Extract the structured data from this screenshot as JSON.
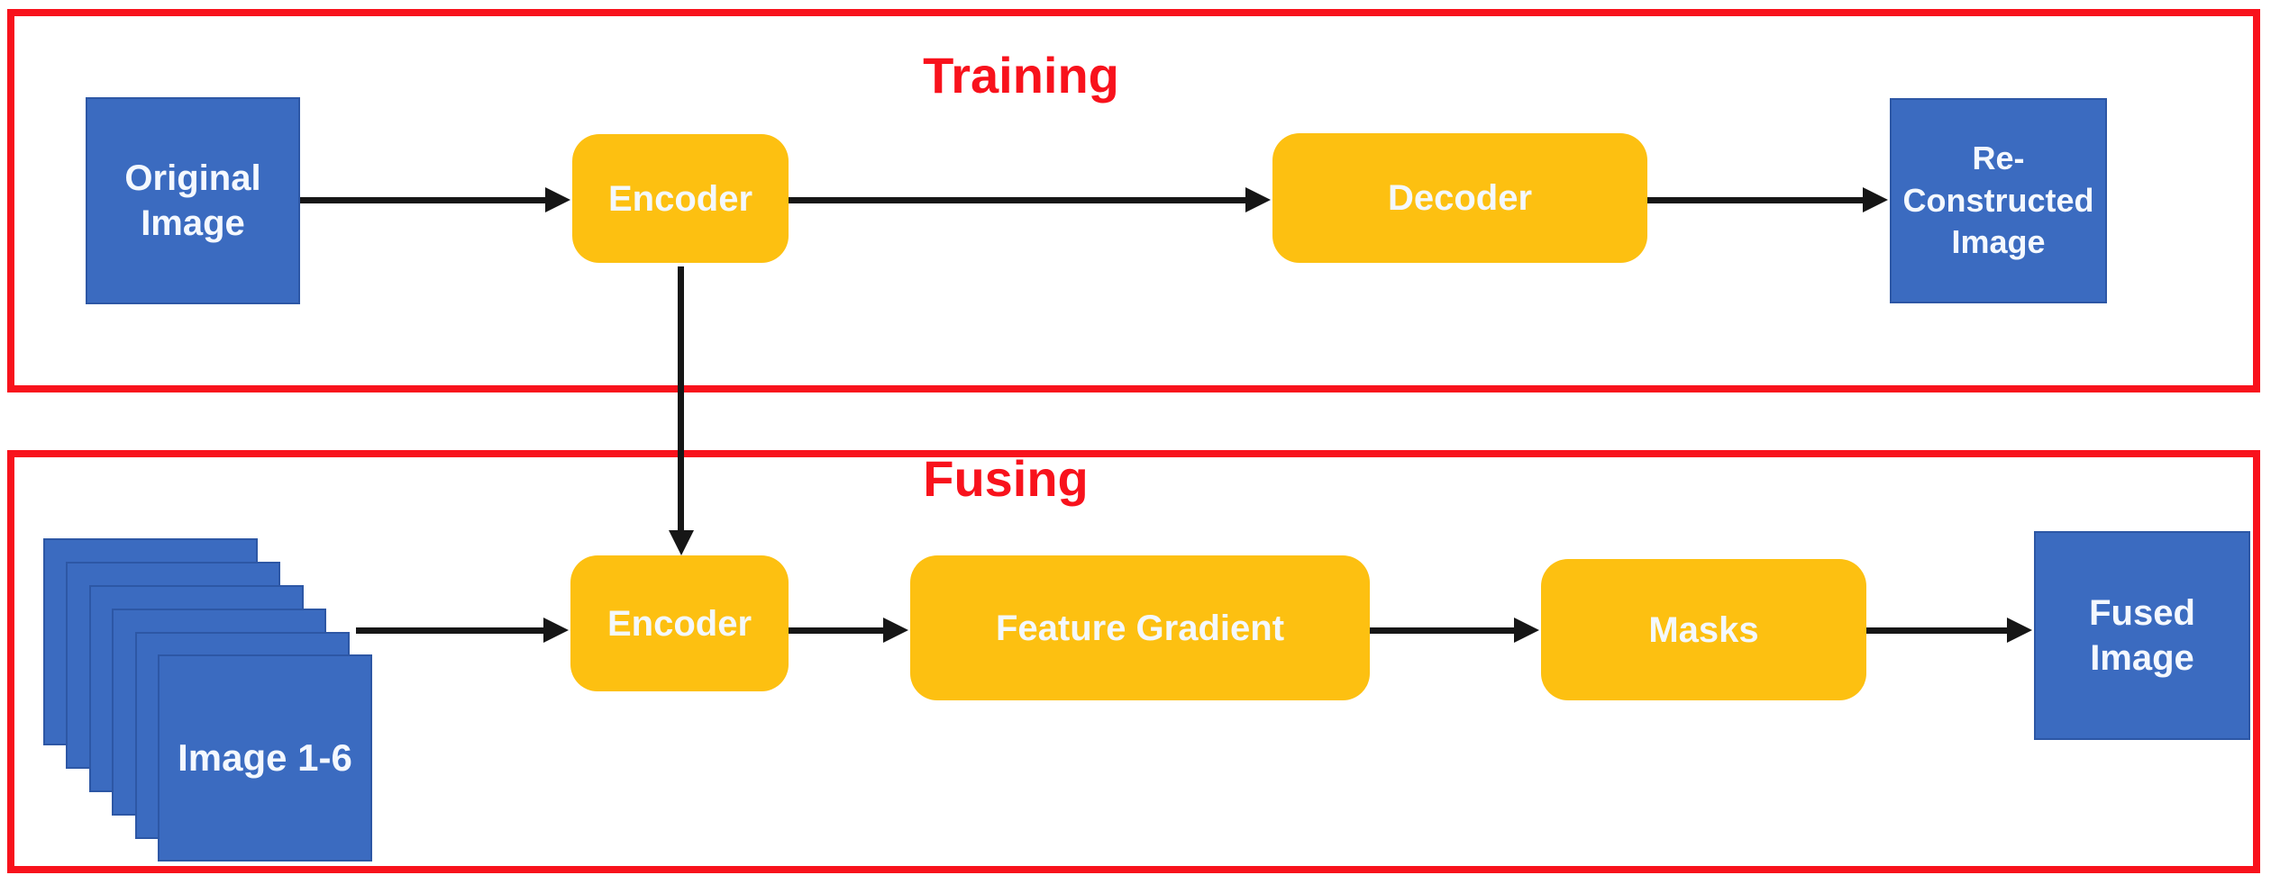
{
  "diagram": {
    "training": {
      "title": "Training"
    },
    "fusing": {
      "title": "Fusing"
    },
    "nodes": {
      "original_image": {
        "label": "Original\nImage"
      },
      "encoder_training": {
        "label": "Encoder"
      },
      "decoder": {
        "label": "Decoder"
      },
      "reconstructed_image": {
        "label": "Re-\nConstructed\nImage"
      },
      "image_stack": {
        "label": "Image 1-6",
        "sheet_count": 6
      },
      "encoder_fusing": {
        "label": "Encoder"
      },
      "feature_gradient": {
        "label": "Feature Gradient"
      },
      "masks": {
        "label": "Masks"
      },
      "fused_image": {
        "label": "Fused\nImage"
      }
    },
    "connections": [
      {
        "from": "original_image",
        "to": "encoder_training"
      },
      {
        "from": "encoder_training",
        "to": "decoder"
      },
      {
        "from": "decoder",
        "to": "reconstructed_image"
      },
      {
        "from": "encoder_training",
        "to": "encoder_fusing"
      },
      {
        "from": "image_stack",
        "to": "encoder_fusing"
      },
      {
        "from": "encoder_fusing",
        "to": "feature_gradient"
      },
      {
        "from": "feature_gradient",
        "to": "masks"
      },
      {
        "from": "masks",
        "to": "fused_image"
      }
    ],
    "colors": {
      "section_border_red": "#f8121c",
      "title_red": "#f8121c",
      "node_blue": "#3b6bc0",
      "node_blue_border": "#2d57a5",
      "node_yellow": "#fdc011",
      "arrow_black": "#161616",
      "background": "#ffffff",
      "label_white": "#f4f8fe"
    }
  }
}
